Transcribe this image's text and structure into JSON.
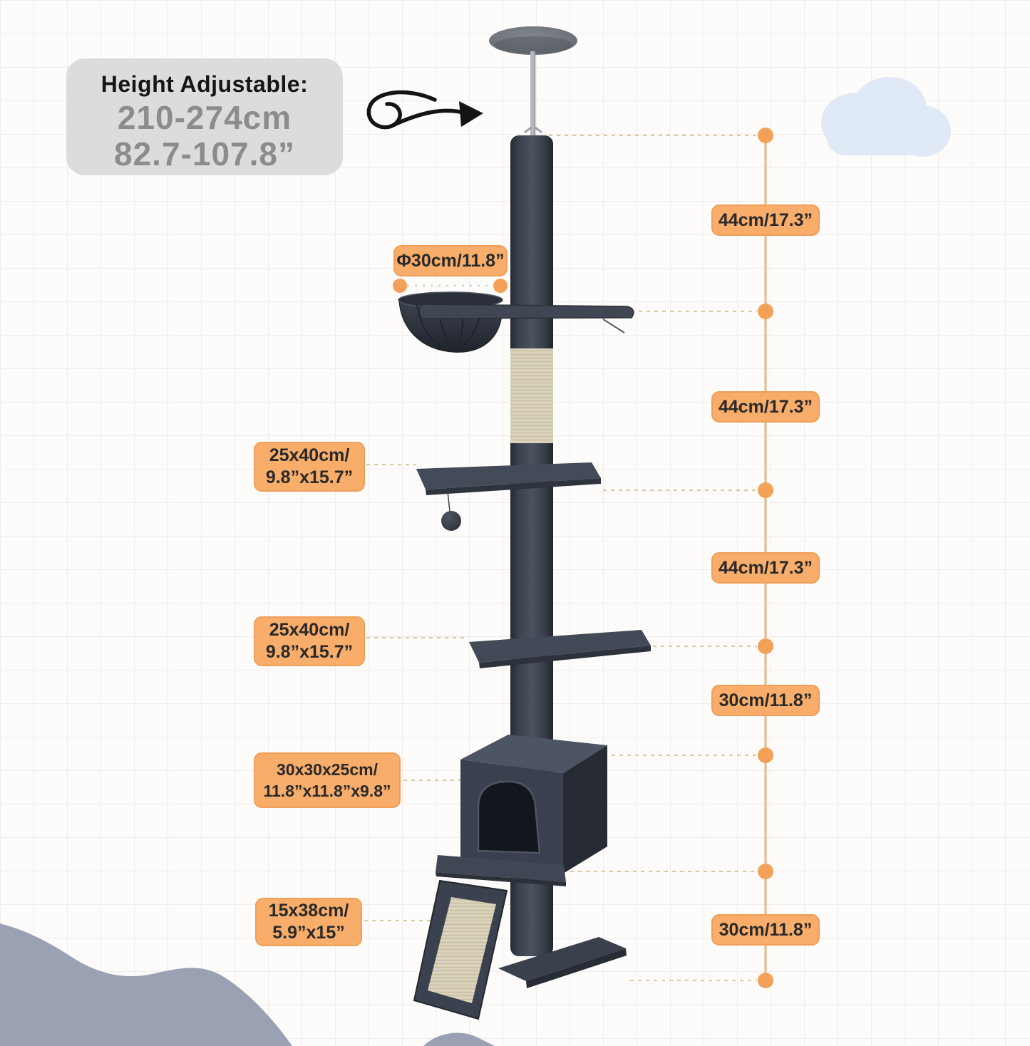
{
  "badge": {
    "title": "Height Adjustable:",
    "range_cm": "210-274cm",
    "range_inch": "82.7-107.8”"
  },
  "right_labels": [
    {
      "text": "44cm/17.3”"
    },
    {
      "text": "44cm/17.3”"
    },
    {
      "text": "44cm/17.3”"
    },
    {
      "text": "30cm/11.8”"
    },
    {
      "text": "30cm/11.8”"
    }
  ],
  "left_labels": [
    {
      "text": "Φ30cm/11.8”"
    },
    {
      "line1": "25x40cm/",
      "line2": "9.8”x15.7”"
    },
    {
      "line1": "25x40cm/",
      "line2": "9.8”x15.7”"
    },
    {
      "line1": "30x30x25cm/",
      "line2": "11.8”x11.8”x9.8”"
    },
    {
      "line1": "15x38cm/",
      "line2": "5.9”x15”"
    }
  ],
  "colors": {
    "label_orange": "#f8ad6a",
    "label_border_orange": "#f09e58",
    "dot_orange": "#f3a158",
    "guide_line_tan": "#e6b77e",
    "dash_tan": "#d9c7a0",
    "badge_gray": "#dbdcdb",
    "cloud_blue": "#dfeaf6",
    "wave_gray": "#99a1b3",
    "plush_dark_gray": "#3d434f",
    "sisal_beige": "#d9d3bb"
  }
}
